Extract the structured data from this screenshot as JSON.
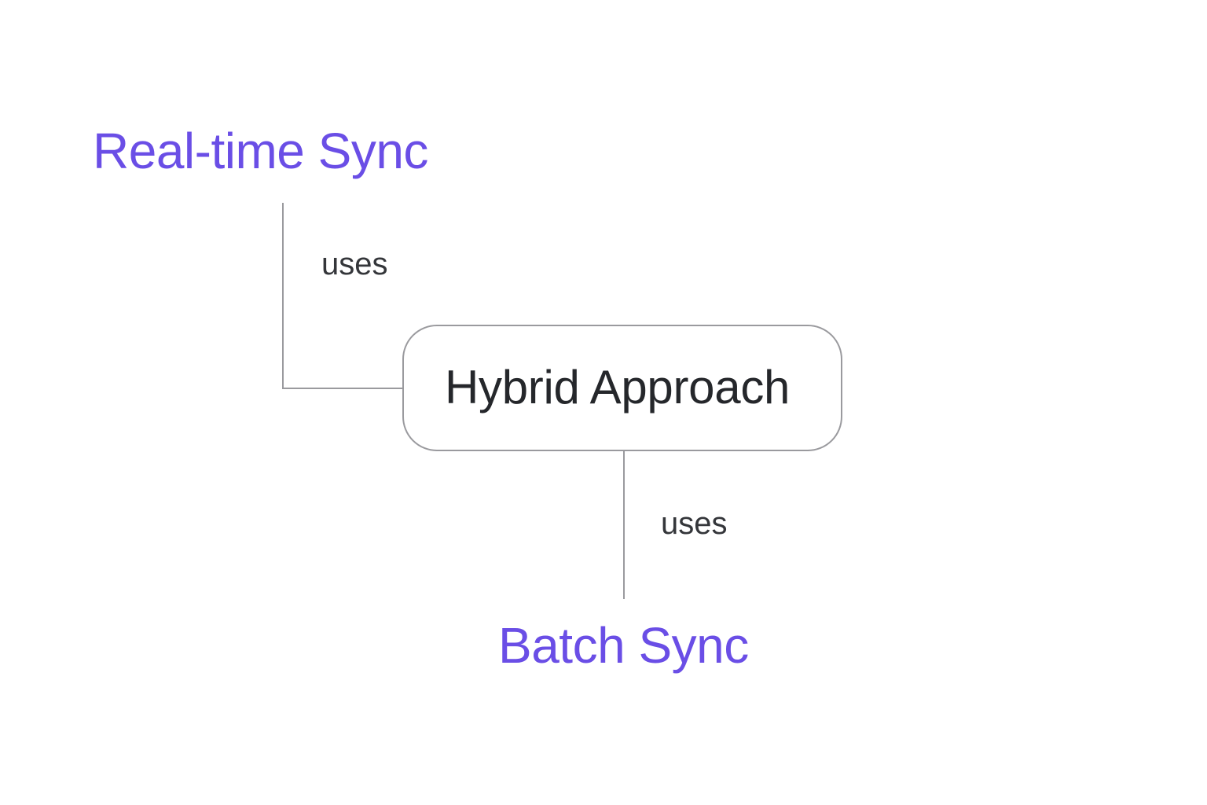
{
  "colors": {
    "accent": "#6a4ee6",
    "center_text": "#25272b",
    "edge_text": "#34363a",
    "line": "#9a9a9e",
    "border": "#9a9a9e",
    "background": "#ffffff"
  },
  "nodes": {
    "realtime": {
      "label": "Real-time Sync"
    },
    "hybrid": {
      "label": "Hybrid Approach"
    },
    "batch": {
      "label": "Batch Sync"
    }
  },
  "edges": [
    {
      "from": "hybrid",
      "to": "realtime",
      "label": "uses"
    },
    {
      "from": "hybrid",
      "to": "batch",
      "label": "uses"
    }
  ]
}
